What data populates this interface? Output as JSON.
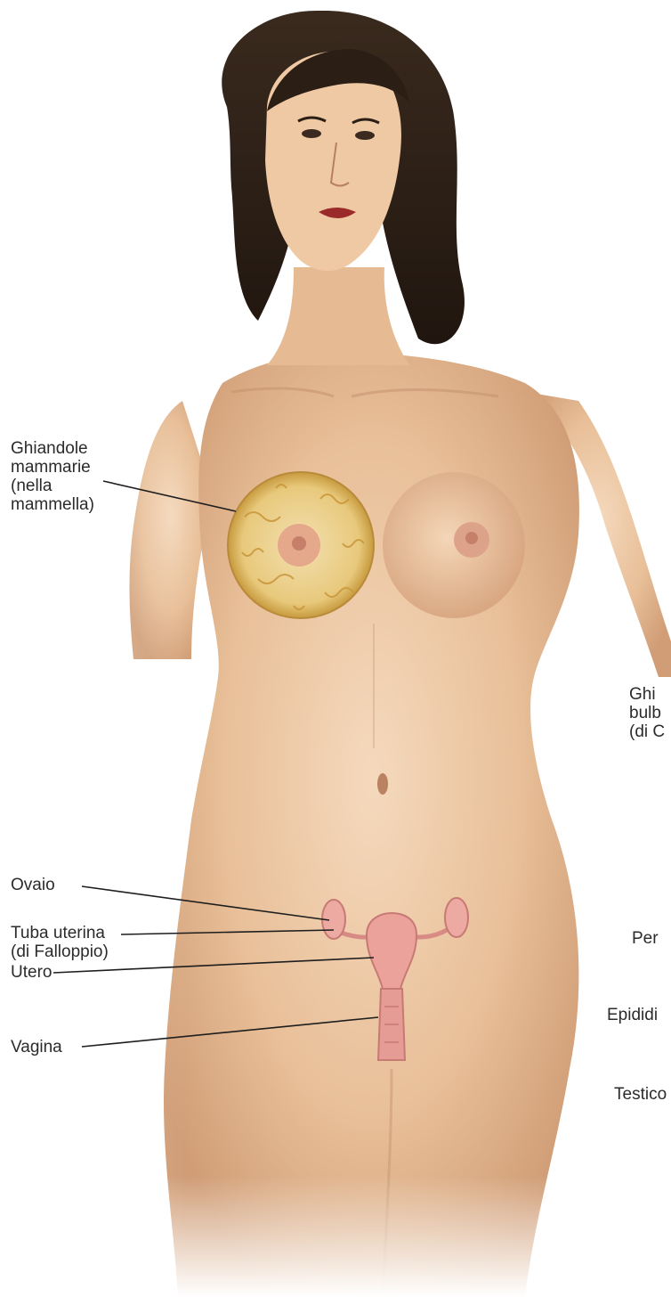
{
  "labels": {
    "mammary": [
      "Ghiandole",
      "mammarie",
      "(nella",
      "mammella)"
    ],
    "ovaio": "Ovaio",
    "tuba": [
      "Tuba uterina",
      "(di Falloppio)"
    ],
    "utero": "Utero",
    "vagina": "Vagina",
    "bulbo": [
      "Ghi",
      "bulb",
      "(di C"
    ],
    "pene": "Per",
    "epididimo": "Epididi",
    "testicolo": "Testico"
  },
  "colors": {
    "skin_light": "#f3d3b3",
    "skin_mid": "#e2b58d",
    "skin_shadow": "#c48d66",
    "hair": "#2e2219",
    "gland_base": "#f0d9a0",
    "gland_lobule": "#d8a94a",
    "organ_pink": "#e9a09a",
    "leader_line": "#1e1e1e"
  }
}
